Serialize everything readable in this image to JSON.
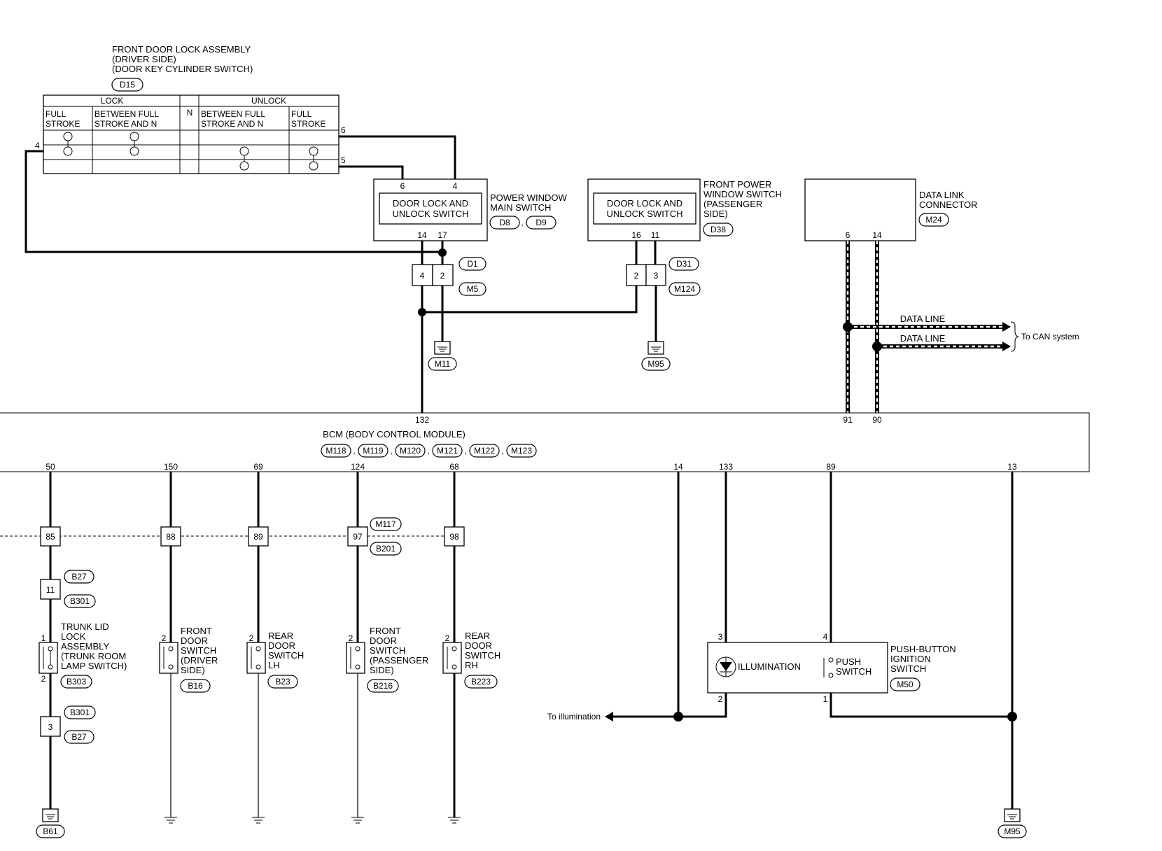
{
  "dlk": {
    "title_line1": "FRONT DOOR LOCK ASSEMBLY",
    "title_line2": "(DRIVER SIDE)",
    "title_line3": "(DOOR KEY CYLINDER SWITCH)",
    "connector": "D15",
    "table": {
      "lock": "LOCK",
      "n": "N",
      "unlock": "UNLOCK",
      "full1": "FULL",
      "stroke": "STROKE",
      "between1": "BETWEEN FULL",
      "between2": "STROKE AND N"
    },
    "pin_4": "4",
    "pin_6": "6",
    "pin_5": "5"
  },
  "pwms": {
    "inner_line1": "DOOR LOCK AND",
    "inner_line2": "UNLOCK SWITCH",
    "pin_6": "6",
    "pin_4": "4",
    "pin_14": "14",
    "pin_17": "17",
    "name_line1": "POWER WINDOW",
    "name_line2": "MAIN SWITCH",
    "conn_a": "D8",
    "conn_b": "D9",
    "comma": ","
  },
  "fpws": {
    "inner_line1": "DOOR LOCK AND",
    "inner_line2": "UNLOCK SWITCH",
    "pin_16": "16",
    "pin_11": "11",
    "name_line1": "FRONT POWER",
    "name_line2": "WINDOW SWITCH",
    "name_line3": "(PASSENGER",
    "name_line4": " SIDE)",
    "connector": "D38"
  },
  "dlc": {
    "name_line1": "DATA LINK",
    "name_line2": "CONNECTOR",
    "connector": "M24",
    "pin_6": "6",
    "pin_14": "14"
  },
  "joints": {
    "j1_pin_a": "4",
    "j1_pin_b": "2",
    "j1_conn_top": "D1",
    "j1_conn_bot": "M5",
    "j2_pin_a": "2",
    "j2_pin_b": "3",
    "j2_conn_top": "D31",
    "j2_conn_bot": "M124"
  },
  "grounds": {
    "m11": "M11",
    "m95_top": "M95",
    "b61": "B61",
    "m95_bottom": "M95"
  },
  "dataline": {
    "label1": "DATA LINE",
    "label2": "DATA LINE",
    "to_can": "To CAN system"
  },
  "bcm": {
    "name": "BCM (BODY CONTROL MODULE)",
    "conn": [
      "M118",
      "M119",
      "M120",
      "M121",
      "M122",
      "M123"
    ],
    "comma": ",",
    "top_pin_132": "132",
    "top_pin_91": "91",
    "top_pin_90": "90",
    "bottom_pins": [
      "50",
      "150",
      "69",
      "124",
      "68",
      "14",
      "133",
      "89",
      "13"
    ]
  },
  "harness": {
    "j85": "85",
    "j88": "88",
    "j89": "89",
    "j97": "97",
    "j98": "98",
    "m117": "M117",
    "b201": "B201"
  },
  "trunk": {
    "conn_top": "B27",
    "conn_mid": "B301",
    "box_11": "11",
    "pin_1": "1",
    "pin_2": "2",
    "name_line1": "TRUNK LID",
    "name_line2": "LOCK",
    "name_line3": "ASSEMBLY",
    "name_line4": "(TRUNK ROOM",
    "name_line5": " LAMP SWITCH)",
    "connector": "B303",
    "conn_b301": "B301",
    "box_3": "3",
    "conn_b27": "B27"
  },
  "doors": {
    "fd_pin": "2",
    "fd_line1": "FRONT",
    "fd_line2": "DOOR",
    "fd_line3": "SWITCH",
    "fd_line4": "(DRIVER",
    "fd_line5": " SIDE)",
    "fd_conn": "B16",
    "rl_pin": "2",
    "rl_line1": "REAR",
    "rl_line2": "DOOR",
    "rl_line3": "SWITCH",
    "rl_line4": "LH",
    "rl_conn": "B23",
    "fp_pin": "2",
    "fp_line1": "FRONT",
    "fp_line2": "DOOR",
    "fp_line3": "SWITCH",
    "fp_line4": "(PASSENGER",
    "fp_line5": " SIDE)",
    "fp_conn": "B216",
    "rr_pin": "2",
    "rr_line1": "REAR",
    "rr_line2": "DOOR",
    "rr_line3": "SWITCH",
    "rr_line4": "RH",
    "rr_conn": "B223"
  },
  "pbis": {
    "pin_3": "3",
    "pin_4": "4",
    "pin_2": "2",
    "pin_1": "1",
    "illumination": "ILLUMINATION",
    "push_line1": "PUSH",
    "push_line2": "SWITCH",
    "name_line1": "PUSH-BUTTON",
    "name_line2": "IGNITION",
    "name_line3": "SWITCH",
    "connector": "M50",
    "to_illumination": "To illumination"
  }
}
